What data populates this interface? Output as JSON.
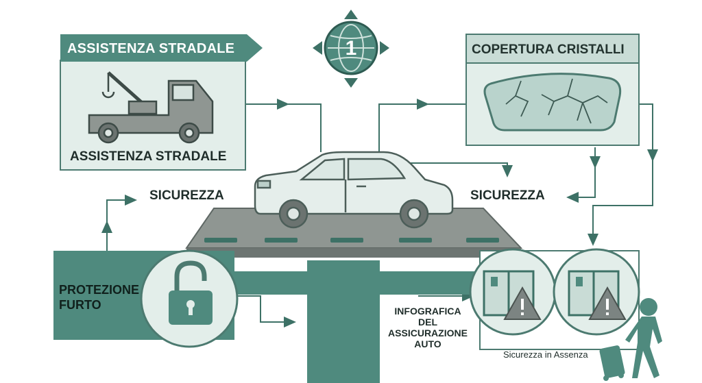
{
  "badge": {
    "number": "1",
    "icon": "globe-icon"
  },
  "roadside": {
    "banner": "ASSISTENZA STRADALE",
    "caption": "ASSISTENZA STRADALE",
    "icon": "tow-truck-icon"
  },
  "glass": {
    "banner": "COPERTURA CRISTALLI",
    "icon": "cracked-windshield-icon"
  },
  "safety_left": "SICUREZZA",
  "safety_right": "SICUREZZA",
  "theft": {
    "label_line1": "PROTEZIONE",
    "label_line2": "FURTO",
    "icon": "padlock-icon"
  },
  "center_caption": {
    "line1": "INFOGRAFICA",
    "line2": "DEL",
    "line3": "ASSICURAZIONE",
    "line4": "AUTO"
  },
  "absence": {
    "caption": "Sicurezza in Assenza",
    "icons": [
      "window-warning-icon",
      "window-warning-icon",
      "traveler-icon"
    ]
  },
  "colors": {
    "primary": "#4f8a7e",
    "dark": "#3d7166",
    "panel": "#e3eeea",
    "road": "#8f9692",
    "outline": "#4c7a70"
  }
}
